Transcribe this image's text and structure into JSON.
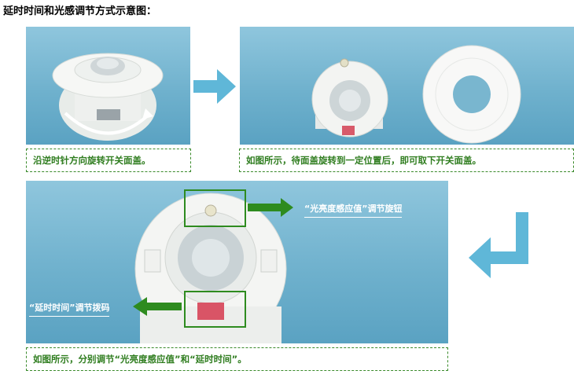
{
  "title": "延时时间和光感调节方式示意图：",
  "panels": {
    "top_left_caption": "沿逆时针方向旋转开关面盖。",
    "top_right_caption": "如图所示，待面盖旋转到一定位置后，即可取下开关面盖。",
    "bottom_caption": "如图所示，分别调节“光亮度感应值”和“延时时间”。"
  },
  "callouts": {
    "brightness_knob": "“光亮度感应值”调节旋钮",
    "delay_dip": "“延时时间”调节拨码"
  },
  "colors": {
    "sky": "#6fb1cd",
    "arrow_blue": "#5fb7d8",
    "callout_green": "#2e8b1f",
    "caption_green": "#2f7d1f"
  },
  "icons": [
    "arrow-right-icon",
    "arrow-return-icon",
    "green-arrow-right-icon",
    "green-arrow-left-icon",
    "rotate-arrow-icon"
  ]
}
